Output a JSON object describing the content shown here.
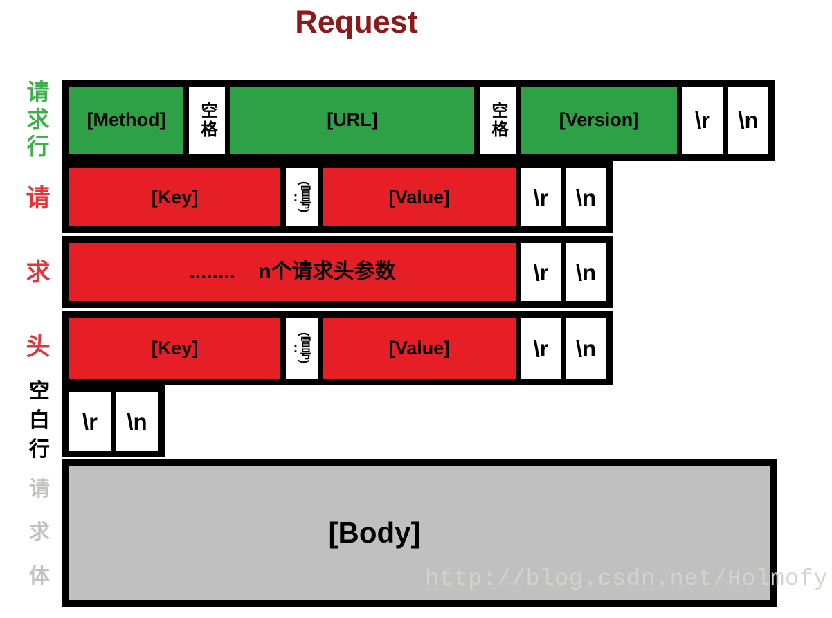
{
  "title": "Request",
  "side_labels": {
    "request_line": [
      "请",
      "求",
      "行"
    ],
    "request_header": [
      "请",
      "求",
      "头"
    ],
    "blank_line": [
      "空",
      "白",
      "行"
    ],
    "request_body": [
      "请",
      "求",
      "体"
    ]
  },
  "request_line_row": {
    "method": "[Method]",
    "space1": "空格",
    "url": "[URL]",
    "space2": "空格",
    "version": "[Version]",
    "cr": "\\r",
    "lf": "\\n"
  },
  "header_row_top": {
    "key": "[Key]",
    "colon_mark": ":",
    "colon_label": "(冒号)",
    "value": "[Value]",
    "cr": "\\r",
    "lf": "\\n"
  },
  "header_row_ellipsis": {
    "text": "........    n个请求头参数",
    "cr": "\\r",
    "lf": "\\n"
  },
  "header_row_bottom": {
    "key": "[Key]",
    "colon_mark": ":",
    "colon_label": "(冒号)",
    "value": "[Value]",
    "cr": "\\r",
    "lf": "\\n"
  },
  "blank_line_row": {
    "cr": "\\r",
    "lf": "\\n"
  },
  "body_row": {
    "label": "[Body]"
  },
  "watermark": "http://blog.csdn.net/Holmofy",
  "colors": {
    "box_green": "#2ea147",
    "box_red": "#e61e25",
    "title_red": "#8b1a1a",
    "body_gray": "#c0c0c0",
    "label_green": "#3db04d",
    "label_red": "#e5353c",
    "label_gray": "#c2c2c0",
    "border_black": "#000000"
  }
}
